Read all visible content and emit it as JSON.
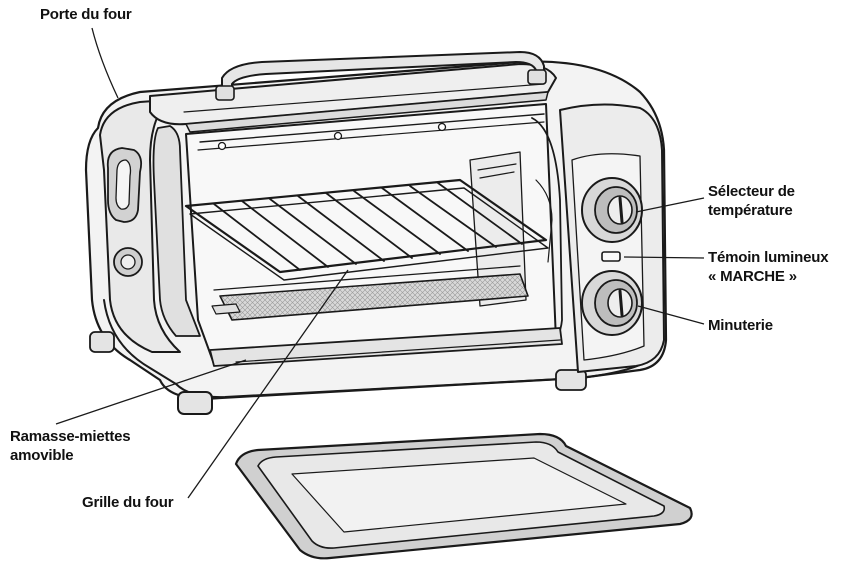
{
  "labels": {
    "door": [
      "Porte du four"
    ],
    "temperature": [
      "Sélecteur de",
      "température"
    ],
    "power_light": [
      "Témoin lumineux",
      "« MARCHE »"
    ],
    "timer": [
      "Minuterie"
    ],
    "crumb_tray": [
      "Ramasse-miettes",
      "amovible"
    ],
    "rack": [
      "Grille du four"
    ]
  },
  "colors": {
    "line": "#1a1a1a",
    "body_fill": "#f2f2f2",
    "shade": "#d6d6d6",
    "dark_shade": "#9a9a9a"
  }
}
